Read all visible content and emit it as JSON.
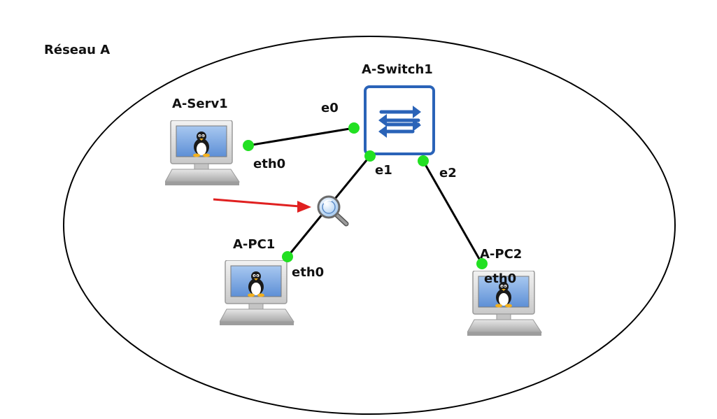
{
  "network": {
    "label": "Réseau A"
  },
  "nodes": {
    "switch": {
      "label": "A-Switch1"
    },
    "serv1": {
      "label": "A-Serv1"
    },
    "pc1": {
      "label": "A-PC1"
    },
    "pc2": {
      "label": "A-PC2"
    }
  },
  "interfaces": {
    "sw_e0": "e0",
    "sw_e1": "e1",
    "sw_e2": "e2",
    "serv1_eth0": "eth0",
    "pc1_eth0": "eth0",
    "pc2_eth0": "eth0"
  },
  "links": [
    {
      "from": "serv1 eth0",
      "to": "A-Switch1 e0"
    },
    {
      "from": "pc1 eth0",
      "to": "A-Switch1 e1"
    },
    {
      "from": "pc2 eth0",
      "to": "A-Switch1 e2"
    }
  ],
  "colors": {
    "port_dot": "#22e022",
    "switch_blue": "#2a63b8",
    "arrow_red": "#e02020"
  },
  "icons": {
    "capture": "magnifier-icon",
    "host": "linux-computer-icon",
    "switch": "switch-arrows-icon"
  }
}
